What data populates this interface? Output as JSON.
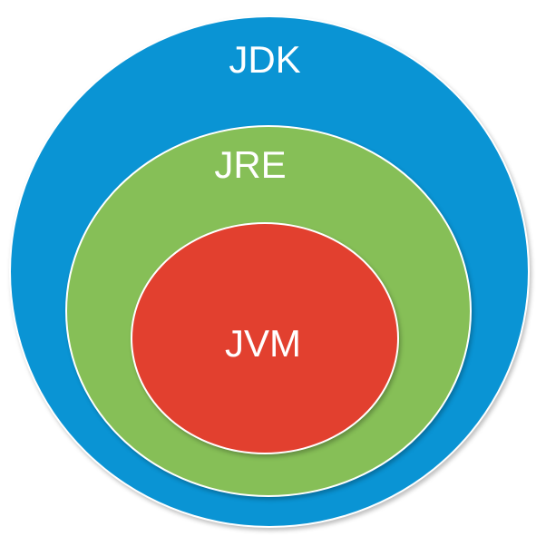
{
  "labels": {
    "jdk": "JDK",
    "jre": "JRE",
    "jvm": "JVM"
  },
  "colors": {
    "jdk": "#0a94d4",
    "jre": "#86bf57",
    "jvm": "#e2402f"
  }
}
